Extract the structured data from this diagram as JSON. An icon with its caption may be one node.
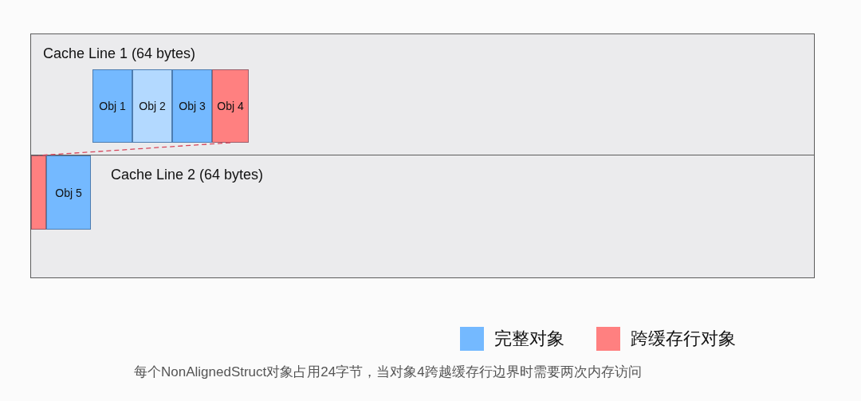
{
  "diagram": {
    "caption": "每个NonAlignedStruct对象占用24字节，当对象4跨越缓存行边界时需要两次内存访问",
    "nodes": [
      {
        "text": [
          "Cache Line 1 (64 bytes)"
        ]
      },
      {
        "text": [
          "Obj 1"
        ],
        "in": 0
      },
      {
        "text": [
          "Obj 2"
        ],
        "in": 0
      },
      {
        "text": [
          "Obj 3"
        ],
        "in": 0
      },
      {
        "text": [
          "Obj 4"
        ],
        "in": 0
      },
      {
        "text": [
          "Cache Line 2 (64 bytes)"
        ]
      },
      {
        "text": [],
        "shape": "box",
        "in": 5
      },
      {
        "text": [
          "Obj 5"
        ],
        "in": 5
      }
    ],
    "edges": [
      {
        "from": 4,
        "to": 6,
        "arrow": "none",
        "style": "dashed",
        "color": "#d6455a"
      }
    ],
    "legend": [
      {
        "text": "完整对象",
        "color": "#74b9ff"
      },
      {
        "text": "跨缓存行对象",
        "color": "#ff8080"
      }
    ]
  }
}
